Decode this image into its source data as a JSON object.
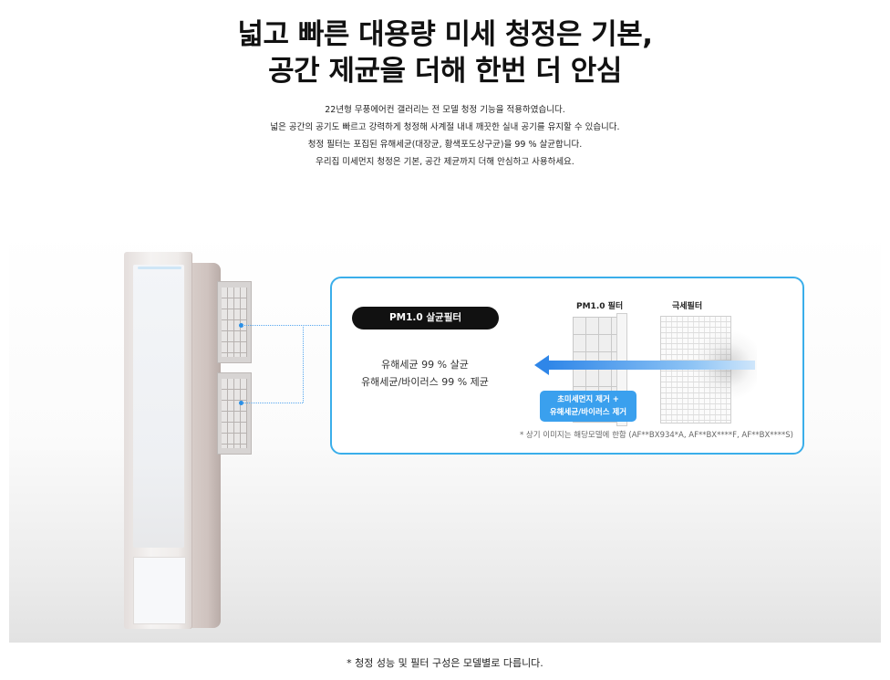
{
  "headline": {
    "line1": "넓고 빠른 대용량 미세 청정은 기본,",
    "line2": "공간 제균을 더해 한번 더 안심"
  },
  "description": {
    "line1": "22년형 무풍에어컨 갤러리는 전 모델 청정 기능을 적용하였습니다.",
    "line2": "넓은 공간의 공기도 빠르고 강력하게 청정해 사계절 내내 깨끗한 실내 공기를 유지할 수 있습니다.",
    "line3": "청정 필터는 포집된 유해세균(대장균, 황색포도상구균)을 99 % 살균합니다.",
    "line4": "우리집 미세먼지 청정은 기본, 공간 제균까지 더해 안심하고 사용하세요."
  },
  "infobox": {
    "pill_label": "PM1.0 살균필터",
    "claim1": "유해세균 99 % 살균",
    "claim2": "유해세균/바이러스 99 % 제균",
    "pm_filter_label": "PM1.0 필터",
    "hepa_filter_label": "극세필터",
    "badge_line1": "초미세먼지 제거 +",
    "badge_line2": "유해세균/바이러스 제거",
    "model_note": "* 상기 이미지는 해당모델에 한함 (AF**BX934*A, AF**BX****F, AF**BX****S)"
  },
  "footnote": "* 청정 성능 및 필터 구성은 모델별로 다릅니다.",
  "colors": {
    "accent_blue": "#3aaeea",
    "arrow_blue": "#2f86e8",
    "badge_blue": "#3aa0ee",
    "pill_black": "#111111"
  }
}
